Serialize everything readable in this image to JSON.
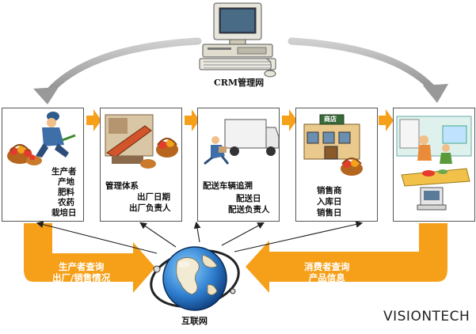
{
  "crm": {
    "label": "CRM管理网"
  },
  "panels": [
    {
      "id": "producer",
      "lines": [
        "生产者",
        "产地",
        "肥料",
        "农药",
        "栽培日"
      ]
    },
    {
      "id": "factory",
      "lines": [
        "管理体系",
        "出厂日期",
        "出厂负责人"
      ]
    },
    {
      "id": "delivery",
      "lines": [
        "配送车辆追溯",
        "配送日",
        "配送负责人"
      ]
    },
    {
      "id": "retailer",
      "sign": "商店",
      "lines": [
        "销售商",
        "入库日",
        "销售日"
      ]
    },
    {
      "id": "consumer",
      "lines": []
    }
  ],
  "bottom": {
    "left": "生产者查询\n出厂/销售情况",
    "right": "消费者查询\n产品信息",
    "internet": "互联网"
  },
  "brand": "VISIONTECH",
  "colors": {
    "orange": "#f6a019",
    "arrow_gray": "#a9a9a9"
  }
}
